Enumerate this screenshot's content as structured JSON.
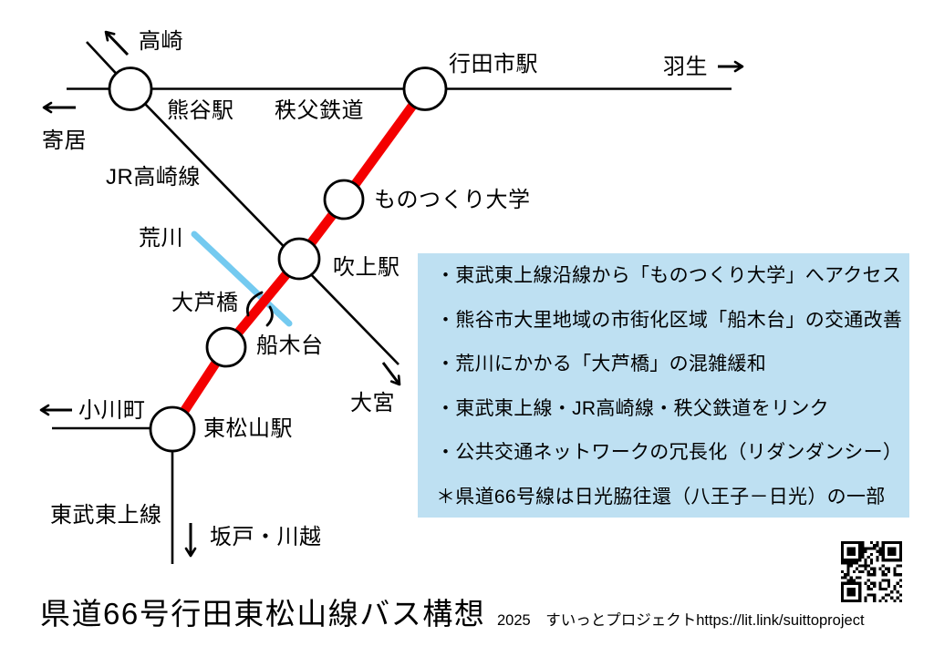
{
  "colors": {
    "route_red": "#f40000",
    "river_blue": "#74caf0",
    "box_bg": "#bee0f2"
  },
  "labels": {
    "takasaki": "高崎",
    "yorii": "寄居",
    "kumagaya": "熊谷駅",
    "chichibu_tetsudo": "秩父鉄道",
    "gyodashi": "行田市駅",
    "hanyu": "羽生",
    "jr_takasaki": "JR高崎線",
    "monotsukuri": "ものつくり大学",
    "arakawa": "荒川",
    "fukiage": "吹上駅",
    "oashibashi": "大芦橋",
    "funakidai": "船木台",
    "omiya": "大宮",
    "ogawamachi": "小川町",
    "higashimatsuyama": "東松山駅",
    "tobu_tojo": "東武東上線",
    "sakado_kawagoe": "坂戸・川越"
  },
  "info_box": {
    "items": [
      "・東武東上線沿線から「ものつくり大学」へアクセス",
      "・熊谷市大里地域の市街化区域「船木台」の交通改善",
      "・荒川にかかる「大芦橋」の混雑緩和",
      "・東武東上線・JR高崎線・秩父鉄道をリンク",
      "・公共交通ネットワークの冗長化（リダンダンシー）",
      "＊県道66号線は日光脇往還（八王子－日光）の一部"
    ]
  },
  "footer": {
    "title": "県道66号行田東松山線バス構想",
    "credit": "2025　すいっとプロジェクトhttps://lit.link/suittoproject"
  }
}
